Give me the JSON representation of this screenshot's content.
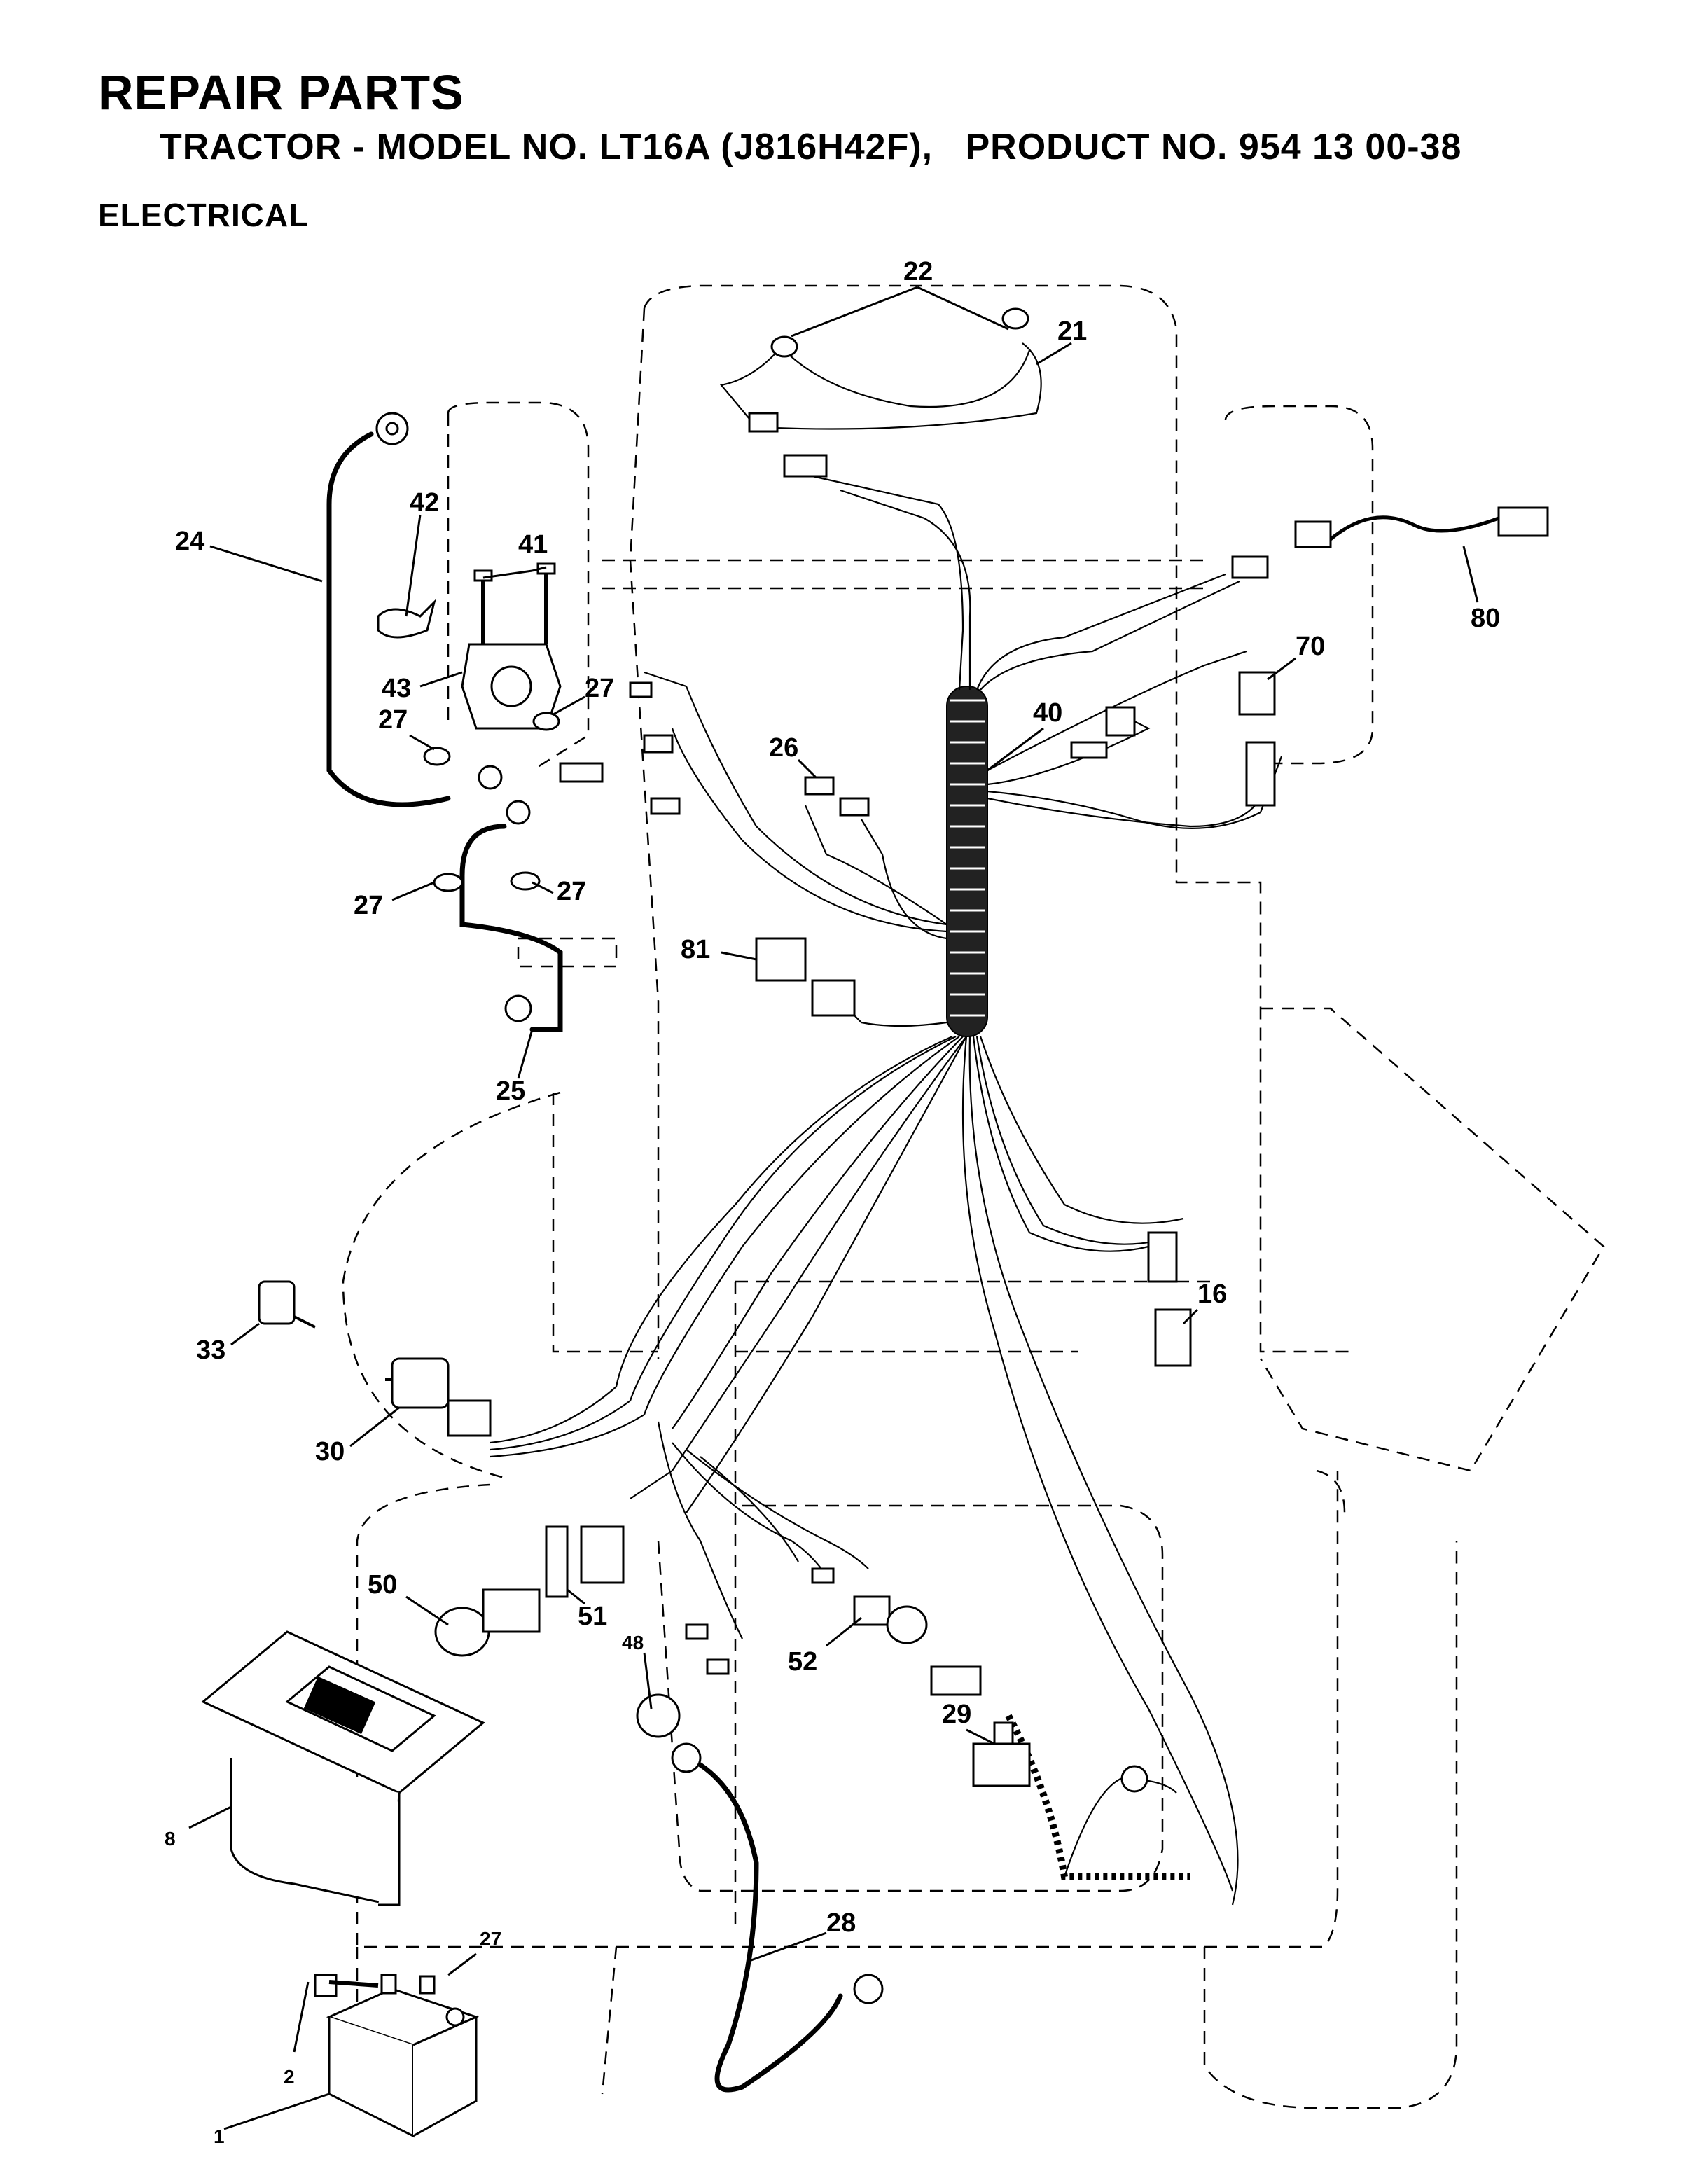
{
  "header": {
    "title": "REPAIR PARTS",
    "subtitle": "TRACTOR - MODEL NO. LT16A (J816H42F),   PRODUCT NO. 954 13 00-38",
    "section": "ELECTRICAL"
  },
  "callouts": [
    "22",
    "21",
    "42",
    "41",
    "24",
    "43",
    "27",
    "27",
    "27",
    "27",
    "25",
    "80",
    "70",
    "40",
    "26",
    "81",
    "16",
    "33",
    "30",
    "50",
    "51",
    "48",
    "52",
    "29",
    "8",
    "28",
    "27",
    "2",
    "1"
  ]
}
